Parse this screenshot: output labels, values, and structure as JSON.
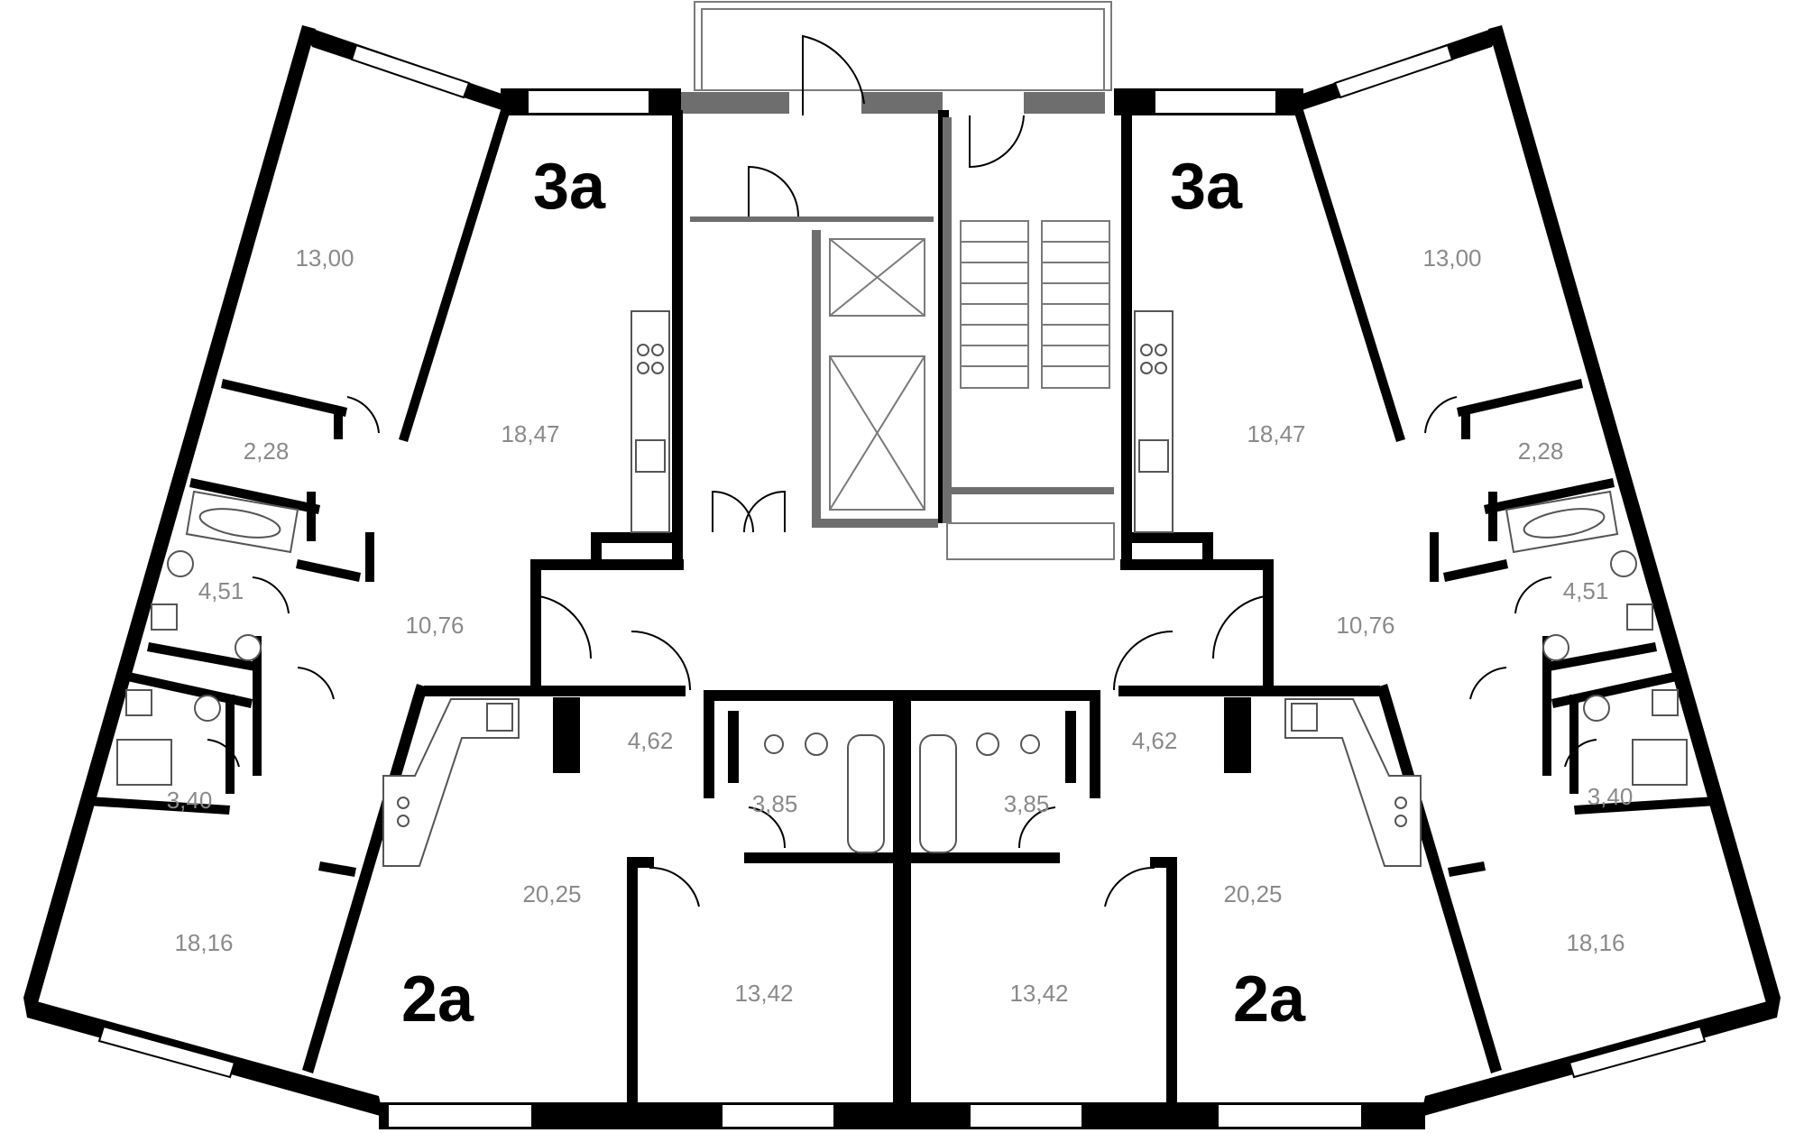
{
  "plan": {
    "apartments": [
      {
        "id": "apt-3a-left",
        "label": "3а"
      },
      {
        "id": "apt-3a-right",
        "label": "3а"
      },
      {
        "id": "apt-2a-left",
        "label": "2а"
      },
      {
        "id": "apt-2a-right",
        "label": "2а"
      }
    ],
    "rooms": [
      {
        "id": "room-1300-left",
        "area": "13,00"
      },
      {
        "id": "room-1847-left",
        "area": "18,47"
      },
      {
        "id": "room-228-left",
        "area": "2,28"
      },
      {
        "id": "room-451-left",
        "area": "4,51"
      },
      {
        "id": "room-1076-left",
        "area": "10,76"
      },
      {
        "id": "room-340-left",
        "area": "3,40"
      },
      {
        "id": "room-1816-left",
        "area": "18,16"
      },
      {
        "id": "room-2025-left",
        "area": "20,25"
      },
      {
        "id": "room-462-left",
        "area": "4,62"
      },
      {
        "id": "room-385-left",
        "area": "3,85"
      },
      {
        "id": "room-1342-left",
        "area": "13,42"
      },
      {
        "id": "room-1300-right",
        "area": "13,00"
      },
      {
        "id": "room-1847-right",
        "area": "18,47"
      },
      {
        "id": "room-228-right",
        "area": "2,28"
      },
      {
        "id": "room-451-right",
        "area": "4,51"
      },
      {
        "id": "room-1076-right",
        "area": "10,76"
      },
      {
        "id": "room-340-right",
        "area": "3,40"
      },
      {
        "id": "room-1816-right",
        "area": "18,16"
      },
      {
        "id": "room-2025-right",
        "area": "20,25"
      },
      {
        "id": "room-462-right",
        "area": "4,62"
      },
      {
        "id": "room-385-right",
        "area": "3,85"
      },
      {
        "id": "room-1342-right",
        "area": "13,42"
      }
    ]
  }
}
